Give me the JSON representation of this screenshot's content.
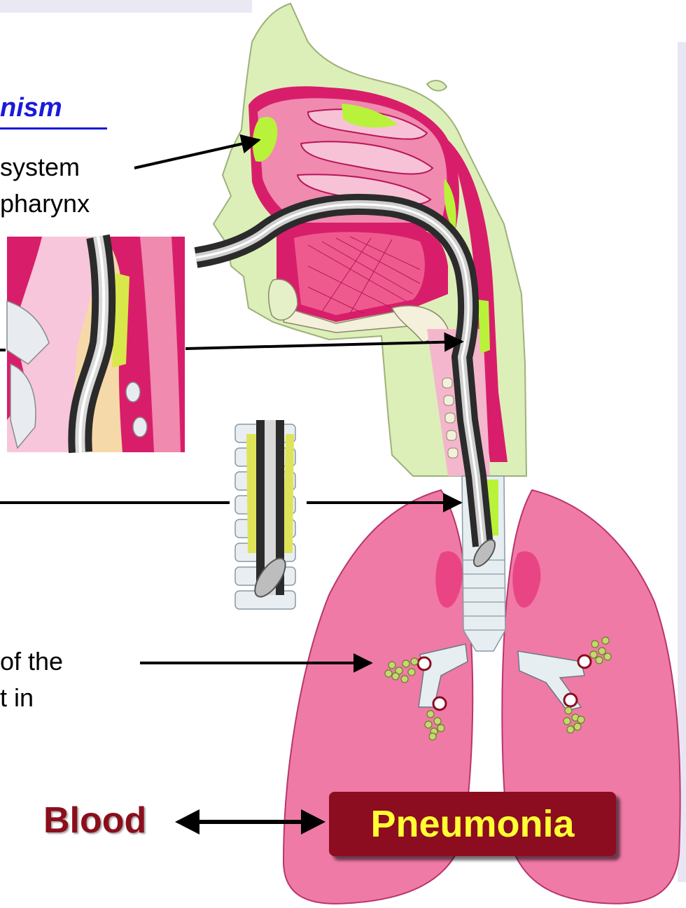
{
  "heading": "nism",
  "text_lines": {
    "line1": "system",
    "line2": "pharynx",
    "line3": "of the",
    "line4": "t in"
  },
  "labels": {
    "blood": "Blood",
    "pneumonia": "Pneumonia"
  },
  "colors": {
    "heading": "#1a1adb",
    "blood_text": "#8b0e1c",
    "pneumonia_box": "#8c0c20",
    "pneumonia_text": "#ffff33",
    "lung": "#ef7aa6",
    "tissue_magenta": "#d81e6a",
    "tissue_pink": "#f08aaf",
    "skin_green": "#dcefb8",
    "secretion": "#b9f23a",
    "bacteria": "#8fb34a"
  },
  "icons": [
    "double-arrow-icon",
    "tube-icon",
    "bacteria-cluster-icon"
  ]
}
